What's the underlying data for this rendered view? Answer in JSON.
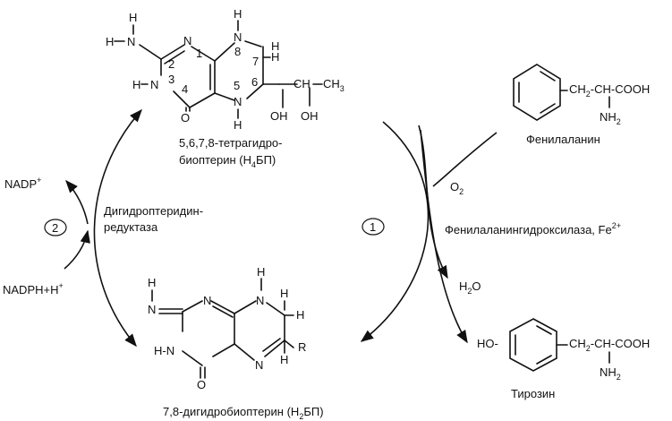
{
  "thbp": {
    "caption_line1": "5,6,7,8-тетрагидро-",
    "caption_line2_prefix": "биоптерин (Н",
    "caption_line2_sub": "4",
    "caption_line2_suffix": "БП)",
    "atoms": {
      "h_n_top": "H",
      "h2n": "H",
      "n_amine": "N",
      "n1": "N",
      "n8": "N",
      "h_n8": "H",
      "hn3_h": "H",
      "hn3_n": "N",
      "n5": "N",
      "h_n5": "H",
      "o4": "O",
      "h7": "H",
      "h6": "H",
      "ch_oh": "CH",
      "ch3": "CH",
      "ch3_sub": "3",
      "oh1": "OH",
      "oh2": "OH"
    },
    "numbers": {
      "n1": "1",
      "n2": "2",
      "n3": "3",
      "n4": "4",
      "n5": "5",
      "n6": "6",
      "n7": "7",
      "n8": "8"
    }
  },
  "dhbp": {
    "caption_prefix": "7,8-дигидробиоптерин (Н",
    "caption_sub": "2",
    "caption_suffix": "БП)",
    "atoms": {
      "h_imine": "H",
      "n_imine": "N",
      "n1": "N",
      "n8": "N",
      "h_n8": "H",
      "hn3": "H-N",
      "o4": "O",
      "n5": "N",
      "h7": "H",
      "h6": "H",
      "r": "R",
      "dash_h7": "-H"
    }
  },
  "phenylalanine": {
    "chain": "CH",
    "chain_sub": "2",
    "chain_rest": "-CH-COOH",
    "amine": "NH",
    "amine_sub": "2",
    "name": "Фенилаланин"
  },
  "tyrosine": {
    "ho": "HO-",
    "chain": "CH",
    "chain_sub": "2",
    "chain_rest": "-CH-COOH",
    "amine": "NH",
    "amine_sub": "2",
    "name": "Тирозин"
  },
  "reaction1": {
    "number": "1",
    "o2": "O",
    "o2_sub": "2",
    "h2o_h": "H",
    "h2o_sub": "2",
    "h2o_o": "O",
    "enzyme": "Фенилаланингидроксилаза, Fe",
    "enzyme_sup": "2+"
  },
  "reaction2": {
    "number": "2",
    "nadp": "NADP",
    "nadp_sup": "+",
    "nadph": "NADPH+H",
    "nadph_sup": "+",
    "enzyme_line1": "Дигидроптеридин-",
    "enzyme_line2": "редуктаза"
  }
}
